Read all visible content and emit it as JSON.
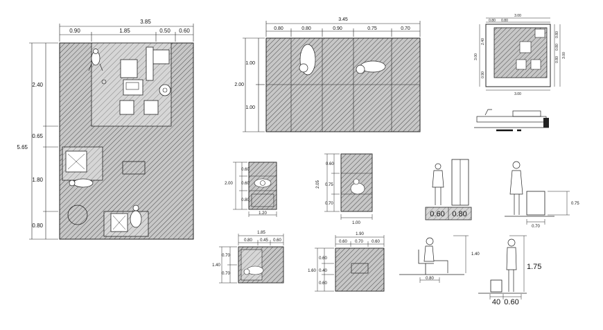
{
  "plan_main": {
    "width_total": "3.85",
    "width_parts": [
      "0.90",
      "1.85",
      "0.50",
      "0.60"
    ],
    "height_total": "5.65",
    "height_parts": [
      "2.40",
      "0.65",
      "1.80",
      "0.80"
    ]
  },
  "plan_top_mid": {
    "width_total": "3.45",
    "width_parts": [
      "0.80",
      "0.80",
      "0.90",
      "0.75",
      "0.70"
    ],
    "height_total": "2.00",
    "height_parts": [
      "1.00",
      "1.00"
    ]
  },
  "plan_top_right": {
    "top_total": "3.00",
    "top_parts": [
      "0.80",
      "0.80"
    ],
    "bottom_total": "3.00",
    "left_total": "3.00",
    "left_parts": [
      "2.40",
      "0.90"
    ],
    "right_total": "3.00",
    "right_parts": [
      "0.80",
      "0.80",
      "0.80"
    ]
  },
  "detail_a": {
    "height_total": "2.00",
    "height_parts": [
      "0.60",
      "0.60",
      "0.80"
    ],
    "width": "1.20"
  },
  "detail_b": {
    "height_total": "2.05",
    "height_parts": [
      "0.60",
      "0.75",
      "0.70"
    ],
    "width": "1.00"
  },
  "detail_c": {
    "width_total": "1.85",
    "width_parts": [
      "0.80",
      "0.45",
      "0.60"
    ],
    "height_total": "1.40",
    "height_parts": [
      "0.70",
      "0.70"
    ]
  },
  "detail_d": {
    "width_total": "1.90",
    "width_parts": [
      "0.60",
      "0.70",
      "0.60"
    ],
    "height_total": "1.60",
    "height_parts": [
      "0.60",
      "0.40",
      "0.60"
    ]
  },
  "elev_cabinet": {
    "parts": [
      "0.60",
      "0.80"
    ]
  },
  "elev_standing": {
    "height": "0.75",
    "width": "0.70"
  },
  "elev_seated": {
    "height": "1.40",
    "width": "0.80"
  },
  "elev_person": {
    "height": "1.75",
    "parts": [
      "40",
      "0.60"
    ]
  }
}
